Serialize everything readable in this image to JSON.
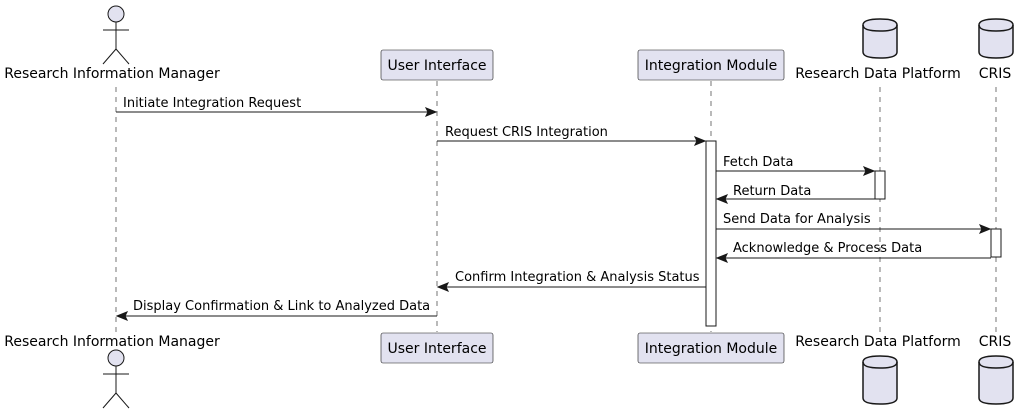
{
  "participants": [
    {
      "id": "rim",
      "type": "actor",
      "label": "Research Information Manager"
    },
    {
      "id": "ui",
      "type": "participant",
      "label": "User Interface"
    },
    {
      "id": "im",
      "type": "participant",
      "label": "Integration Module"
    },
    {
      "id": "rdp",
      "type": "database",
      "label": "Research Data Platform"
    },
    {
      "id": "cris",
      "type": "database",
      "label": "CRIS"
    }
  ],
  "messages": [
    {
      "from": "rim",
      "to": "ui",
      "label": "Initiate Integration Request"
    },
    {
      "from": "ui",
      "to": "im",
      "label": "Request CRIS Integration"
    },
    {
      "from": "im",
      "to": "rdp",
      "label": "Fetch Data"
    },
    {
      "from": "rdp",
      "to": "im",
      "label": "Return Data"
    },
    {
      "from": "im",
      "to": "cris",
      "label": "Send Data for Analysis"
    },
    {
      "from": "cris",
      "to": "im",
      "label": "Acknowledge & Process Data"
    },
    {
      "from": "im",
      "to": "ui",
      "label": "Confirm Integration & Analysis Status"
    },
    {
      "from": "ui",
      "to": "rim",
      "label": "Display Confirmation & Link to Analyzed Data"
    }
  ],
  "colors": {
    "participant_fill": "#E2E2F0",
    "line": "#181818",
    "activation_fill": "#FFFFFF"
  }
}
